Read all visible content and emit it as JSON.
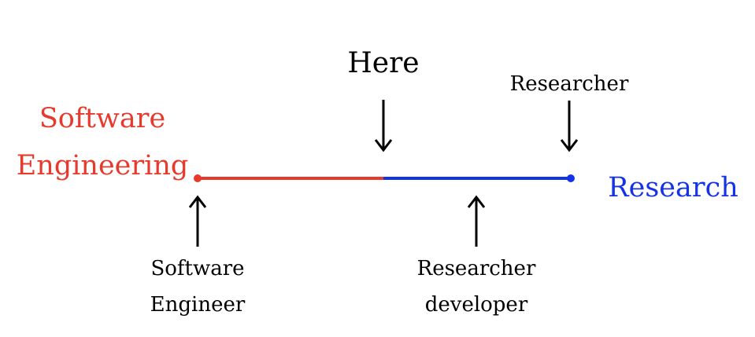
{
  "colors": {
    "software": "#e8392d",
    "research": "#1432e6",
    "ink": "#000000"
  },
  "left_end": {
    "label_line1": "Software",
    "label_line2": "Engineering"
  },
  "right_end": {
    "label": "Research"
  },
  "markers": {
    "here": {
      "label": "Here",
      "direction": "down"
    },
    "researcher": {
      "label": "Researcher",
      "direction": "down"
    },
    "software_engineer": {
      "label_line1": "Software",
      "label_line2": "Engineer",
      "direction": "up"
    },
    "researcher_developer": {
      "label_line1": "Researcher",
      "label_line2": "developer",
      "direction": "up"
    }
  }
}
